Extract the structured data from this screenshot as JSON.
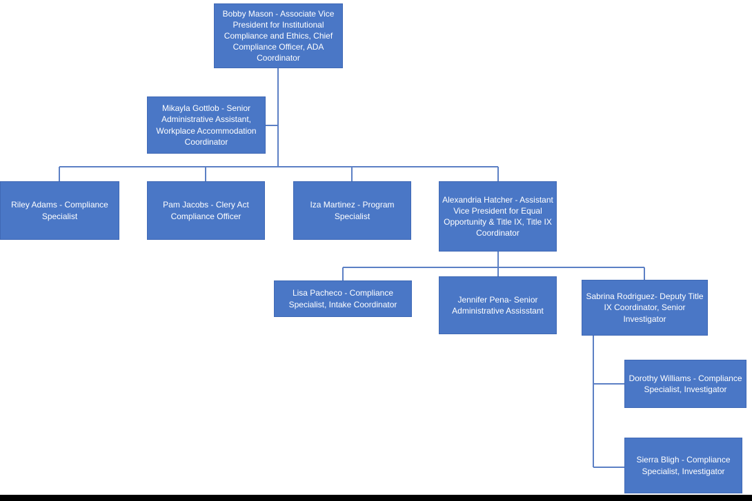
{
  "colors": {
    "node_fill": "#4a77c6",
    "node_border": "#3f68b5",
    "node_text": "#ffffff",
    "connector": "#5b7fc4",
    "background": "#ffffff",
    "bottom_bar": "#000000"
  },
  "nodes": {
    "bobby": {
      "label": "Bobby Mason - Associate Vice President for Institutional Compliance and Ethics, Chief Compliance Officer, ADA Coordinator"
    },
    "mikayla": {
      "label": "Mikayla Gottlob - Senior Administrative Assistant, Workplace Accommodation Coordinator"
    },
    "riley": {
      "label": "Riley Adams - Compliance Specialist"
    },
    "pam": {
      "label": "Pam Jacobs - Clery Act Compliance Officer"
    },
    "iza": {
      "label": "Iza Martinez - Program Specialist"
    },
    "alexandria": {
      "label": "Alexandria Hatcher - Assistant Vice President for Equal Opportunity & Title IX, Title IX Coordinator"
    },
    "lisa": {
      "label": "Lisa Pacheco - Compliance Specialist, Intake Coordinator"
    },
    "jennifer": {
      "label": "Jennifer Pena- Senior Administrative Assisstant"
    },
    "sabrina": {
      "label": "Sabrina Rodriguez- Deputy Title IX Coordinator, Senior Investigator"
    },
    "dorothy": {
      "label": "Dorothy Williams - Compliance Specialist, Investigator"
    },
    "sierra": {
      "label": "Sierra Bligh - Compliance Specialist, Investigator"
    }
  },
  "org_chart": {
    "type": "org-tree",
    "root": "bobby",
    "assistants": {
      "bobby": [
        "mikayla"
      ]
    },
    "reports": {
      "bobby": [
        "riley",
        "pam",
        "iza",
        "alexandria"
      ],
      "alexandria": [
        "lisa",
        "jennifer",
        "sabrina"
      ],
      "sabrina": [
        "dorothy",
        "sierra"
      ]
    }
  }
}
